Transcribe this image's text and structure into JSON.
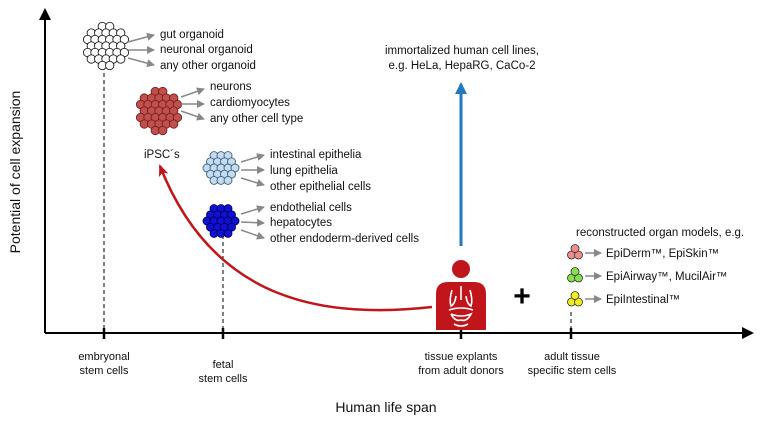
{
  "axes": {
    "y_label": "Potential of cell expansion",
    "x_label": "Human life span"
  },
  "x_categories": [
    {
      "id": "embryonal",
      "lines": [
        "embryonal",
        "stem cells"
      ]
    },
    {
      "id": "fetal",
      "lines": [
        "fetal",
        "stem cells"
      ]
    },
    {
      "id": "explants",
      "lines": [
        "tissue explants",
        "from adult donors"
      ]
    },
    {
      "id": "adult",
      "lines": [
        "adult tissue",
        "specific stem cells"
      ]
    }
  ],
  "clusters": {
    "organoid": {
      "color": "#ffffff",
      "items": [
        "gut organoid",
        "neuronal organoid",
        "any other organoid"
      ]
    },
    "ipsc": {
      "color": "#c0504d",
      "label": "iPSC´s",
      "items": [
        "neurons",
        "cardiomyocytes",
        "any other cell type"
      ]
    },
    "epithelial": {
      "color": "#c5dcef",
      "items": [
        "intestinal  epithelia",
        "lung epithelia",
        "other epithelial cells"
      ]
    },
    "endoderm": {
      "color": "#1010d0",
      "items": [
        "endothelial cells",
        "hepatocytes",
        "other endoderm-derived cells"
      ]
    }
  },
  "cell_lines": {
    "lines": [
      "immortalized human cell lines,",
      "e.g. HeLa, HepaRG, CaCo-2"
    ],
    "arrow_color": "#1f7ac2"
  },
  "organ_models": {
    "title": "reconstructed organ models, e.g.",
    "items": [
      {
        "label": "EpiDerm™, EpiSkin™",
        "color": "#f08c8c"
      },
      {
        "label": "EpiAirway™,  MucilAir™",
        "color": "#86e04a"
      },
      {
        "label": "EpiIntestinal™",
        "color": "#f2ee1a"
      }
    ]
  },
  "plus_sign": "+",
  "colors": {
    "reprogramming_arrow": "#c0151b",
    "human_icon": "#c0151b",
    "label_arrow": "#888888"
  }
}
